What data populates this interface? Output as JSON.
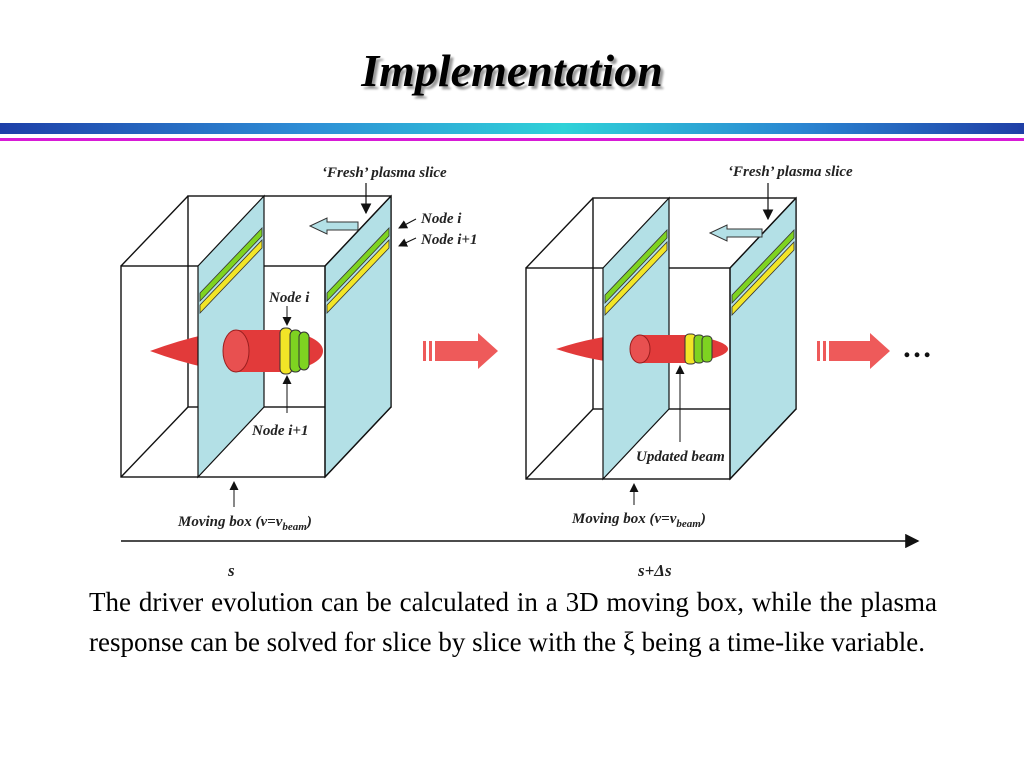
{
  "slide": {
    "title": "Implementation",
    "body": "The driver evolution can be calculated in a 3D moving box, while the plasma response can be solved for slice by slice with the ξ being a time-like variable."
  },
  "diagram": {
    "left_panel": {
      "fresh_slice_label": "‘Fresh’ plasma slice",
      "node_i_label": "Node i",
      "node_i1_label": "Node i+1",
      "node_i_inner_label": "Node i",
      "node_i1_inner_label": "Node i+1",
      "moving_box_label": "Moving box (v=v",
      "moving_box_sub": "beam",
      "moving_box_end": ")"
    },
    "right_panel": {
      "fresh_slice_label": "‘Fresh’ plasma slice",
      "updated_beam_label": "Updated beam",
      "moving_box_label": "Moving box (v=v",
      "moving_box_sub": "beam",
      "moving_box_end": ")"
    },
    "ellipsis": "…",
    "axis": {
      "start_label": "s",
      "end_label": "s+Δs"
    }
  },
  "colors": {
    "slice_fill": "#b3e0e6",
    "beam_red": "#e23a3a",
    "node_green": "#7ed321",
    "node_yellow": "#f2e527",
    "arrow_red": "#ee5a5a",
    "band_magenta": "#d81ad6"
  }
}
